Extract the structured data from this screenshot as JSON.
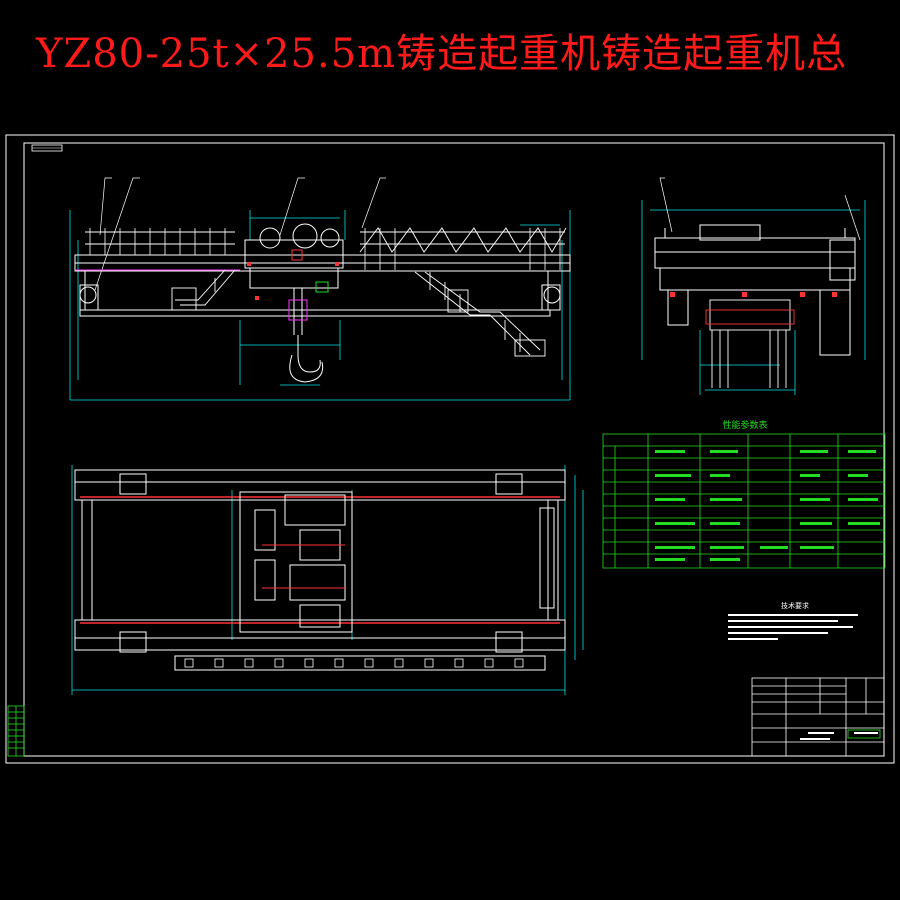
{
  "title": "YZ80-25t×25.5m铸造起重机铸造起重机总",
  "params_table": {
    "title": "性能参数表"
  },
  "tech_notes": {
    "title": "技术要求"
  },
  "colors": {
    "background": "#000000",
    "title": "#ff1a1a",
    "frame": "#ffffff",
    "dimension": "#00e5e5",
    "table": "#22dd22",
    "accent": "#ff3333",
    "magenta": "#ff33ff",
    "yellow": "#ffff33"
  }
}
